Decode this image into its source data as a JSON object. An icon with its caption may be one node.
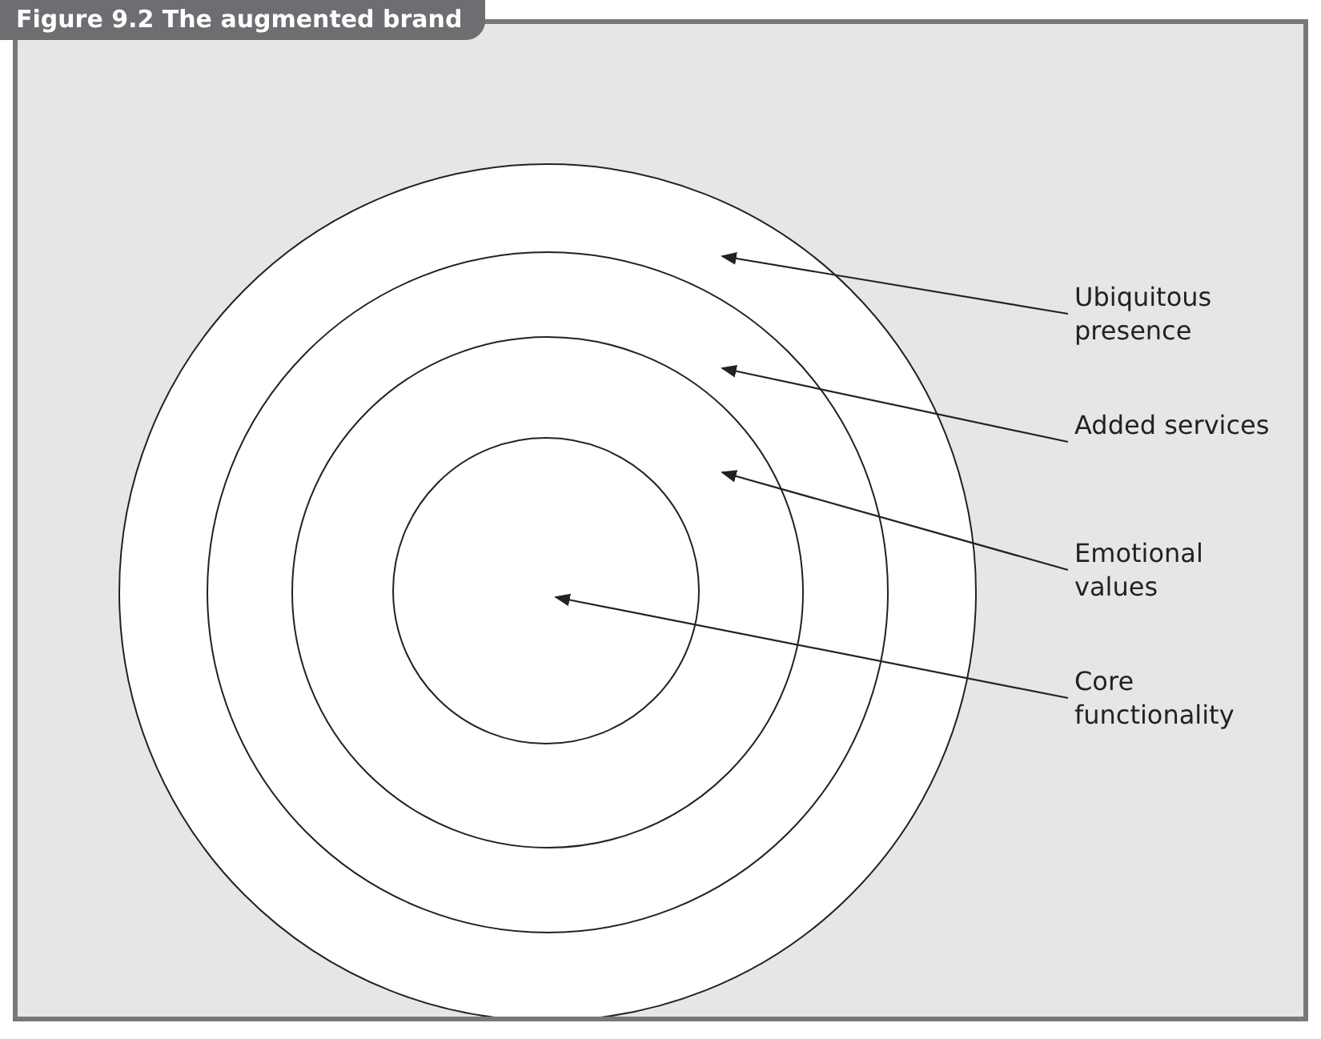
{
  "diagram": {
    "title": "Figure 9.2 The augmented brand",
    "nodes": [
      {
        "text": [],
        "shape": "circle"
      },
      {
        "text": [],
        "shape": "circle",
        "in": 0
      },
      {
        "text": [],
        "shape": "circle",
        "in": 1
      },
      {
        "text": [],
        "shape": "circle",
        "in": 2
      },
      {
        "text": [
          "Ubiquitous presence"
        ]
      },
      {
        "text": [
          "Added services"
        ]
      },
      {
        "text": [
          "Emotional values"
        ]
      },
      {
        "text": [
          "Core functionality"
        ]
      }
    ],
    "edges": [
      {
        "from": 4,
        "to": 0,
        "arrow": "to"
      },
      {
        "from": 5,
        "to": 1,
        "arrow": "to"
      },
      {
        "from": 6,
        "to": 2,
        "arrow": "to"
      },
      {
        "from": 7,
        "to": 3,
        "arrow": "to"
      }
    ]
  }
}
